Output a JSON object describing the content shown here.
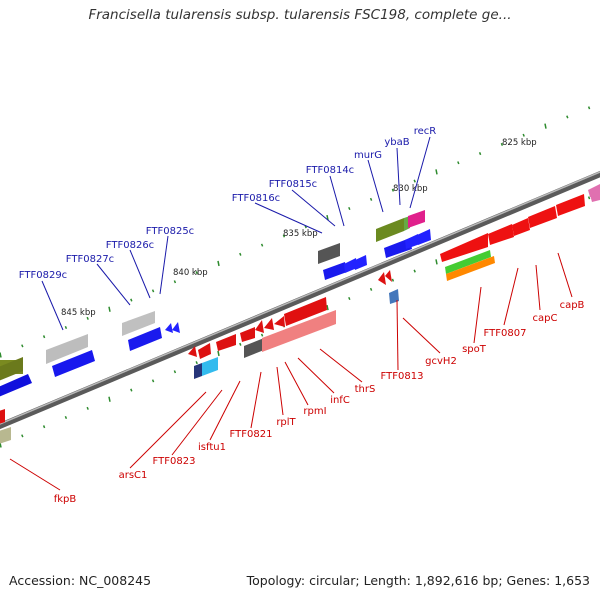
{
  "title": "Francisella tularensis subsp. tularensis FSC198, complete ge...",
  "footer": {
    "accession": "Accession: NC_008245",
    "topology": "Topology: circular; Length: 1,892,616 bp; Genes: 1,653"
  },
  "colors": {
    "plus_label": "#1a1aaa",
    "minus_label": "#cc0000",
    "backbone": "#7a7a7a",
    "tick": "#2e8b2e"
  },
  "kbp_labels": [
    "825 kbp",
    "830 kbp",
    "835 kbp",
    "840 kbp",
    "845 kbp"
  ],
  "plus_labels": [
    "recR",
    "ybaB",
    "murG",
    "FTF0814c",
    "FTF0815c",
    "FTF0816c",
    "FTF0825c",
    "FTF0826c",
    "FTF0827c",
    "FTF0829c"
  ],
  "minus_labels": [
    "capB",
    "capC",
    "FTF0807",
    "spoT",
    "gcvH2",
    "FTF0813",
    "thrS",
    "infC",
    "rpmI",
    "rplT",
    "FTF0821",
    "isftu1",
    "FTF0823",
    "arsC1",
    "fkpB"
  ]
}
